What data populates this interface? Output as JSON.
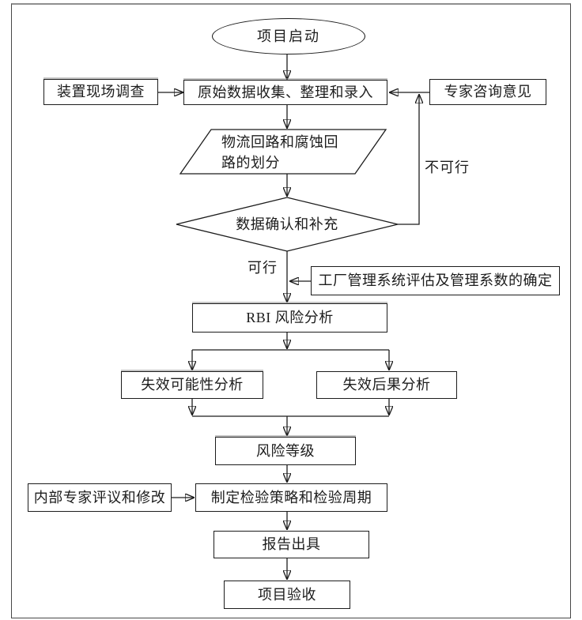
{
  "flowchart": {
    "nodes": {
      "start": {
        "label": "项目启动",
        "shape": "oval"
      },
      "site_survey": {
        "label": "装置现场调查",
        "shape": "rect"
      },
      "data_collection": {
        "label": "原始数据收集、整理和录入",
        "shape": "rect"
      },
      "expert_consultation": {
        "label": "专家咨询意见",
        "shape": "rect"
      },
      "circuit_division": {
        "label": "物流回路和腐蚀回\n路的划分",
        "shape": "parallelogram"
      },
      "data_confirmation": {
        "label": "数据确认和补充",
        "shape": "diamond"
      },
      "management_evaluation": {
        "label": "工厂管理系统评估及管理系数的确定",
        "shape": "rect"
      },
      "rbi_analysis": {
        "label": "RBI 风险分析",
        "shape": "rect"
      },
      "failure_probability": {
        "label": "失效可能性分析",
        "shape": "rect"
      },
      "failure_consequence": {
        "label": "失效后果分析",
        "shape": "rect"
      },
      "risk_level": {
        "label": "风险等级",
        "shape": "rect"
      },
      "internal_review": {
        "label": "内部专家评议和修改",
        "shape": "rect"
      },
      "inspection_strategy": {
        "label": "制定检验策略和检验周期",
        "shape": "rect"
      },
      "report_issue": {
        "label": "报告出具",
        "shape": "rect"
      },
      "project_acceptance": {
        "label": "项目验收",
        "shape": "rect"
      }
    },
    "edge_labels": {
      "feasible": "可行",
      "infeasible": "不可行"
    },
    "edges": [
      {
        "from": "start",
        "to": "data_collection"
      },
      {
        "from": "site_survey",
        "to": "data_collection"
      },
      {
        "from": "expert_consultation",
        "to": "data_collection"
      },
      {
        "from": "data_collection",
        "to": "circuit_division"
      },
      {
        "from": "circuit_division",
        "to": "data_confirmation"
      },
      {
        "from": "data_confirmation",
        "to": "data_collection",
        "label": "不可行"
      },
      {
        "from": "data_confirmation",
        "to": "rbi_analysis",
        "label": "可行"
      },
      {
        "from": "management_evaluation",
        "to": "rbi_analysis"
      },
      {
        "from": "rbi_analysis",
        "to": "failure_probability"
      },
      {
        "from": "rbi_analysis",
        "to": "failure_consequence"
      },
      {
        "from": "failure_probability",
        "to": "risk_level"
      },
      {
        "from": "failure_consequence",
        "to": "risk_level"
      },
      {
        "from": "risk_level",
        "to": "inspection_strategy"
      },
      {
        "from": "internal_review",
        "to": "inspection_strategy"
      },
      {
        "from": "inspection_strategy",
        "to": "report_issue"
      },
      {
        "from": "report_issue",
        "to": "project_acceptance"
      }
    ],
    "colors": {
      "line": "#1c1c1c",
      "box_border": "#1c1c1c",
      "box_fill": "#ffffff",
      "background": "#ffffff",
      "frame_border": "#474747"
    }
  }
}
